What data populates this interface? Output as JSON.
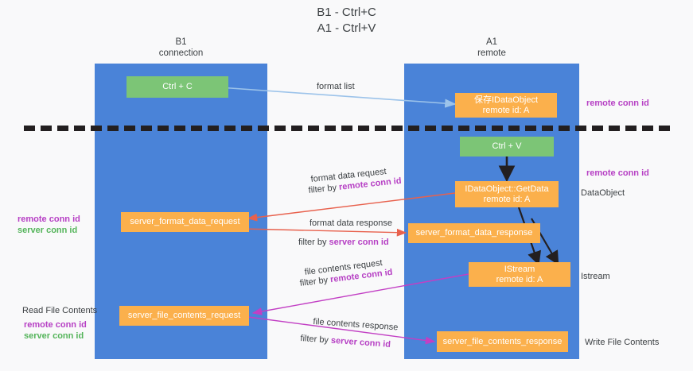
{
  "title": {
    "line1": "B1 - Ctrl+C",
    "line2": "A1 - Ctrl+V"
  },
  "columns": [
    {
      "name": "B1",
      "sub": "connection"
    },
    {
      "name": "A1",
      "sub": "remote"
    }
  ],
  "colors": {
    "lane": "#4a83d8",
    "green_box": "#7cc576",
    "orange_box": "#fbb04c",
    "purple_text": "#b63fc4",
    "green_text": "#54b45a",
    "arrow_blue": "#9cc3ea",
    "arrow_red": "#e8614d",
    "arrow_magenta": "#c23fc4",
    "arrow_black": "#231f20",
    "background": "#f9f9fa"
  },
  "boxes": {
    "ctrl_c": {
      "line1": "Ctrl + C",
      "line2": ""
    },
    "idataobject": {
      "line1": "保存IDataObject",
      "line2": "remote id: A"
    },
    "ctrl_v": {
      "line1": "Ctrl + V",
      "line2": ""
    },
    "getdata": {
      "line1": "IDataObject::GetData",
      "line2": "remote id: A"
    },
    "server_format_data_request": {
      "line1": "server_format_data_request",
      "line2": ""
    },
    "server_format_data_response": {
      "line1": "server_format_data_response",
      "line2": ""
    },
    "istream": {
      "line1": "IStream",
      "line2": "remote id: A"
    },
    "server_file_contents_request": {
      "line1": "server_file_contents_request",
      "line2": ""
    },
    "server_file_contents_response": {
      "line1": "server_file_contents_response",
      "line2": ""
    }
  },
  "edge_labels": {
    "format_list": "format list",
    "format_data_request": "format data request",
    "format_data_request_filter_prefix": "filter by ",
    "format_data_request_filter_key": "remote conn id",
    "format_data_response": "format data response",
    "format_data_response_filter_prefix": "filter by ",
    "format_data_response_filter_key": "server conn id",
    "file_contents_request": "file contents request",
    "file_contents_request_filter_prefix": "filter by ",
    "file_contents_request_filter_key": "remote conn id",
    "file_contents_response": "file contents response",
    "file_contents_response_filter_prefix": "filter by ",
    "file_contents_response_filter_key": "server conn id"
  },
  "right_notes": {
    "remote_conn_id_top": "remote conn id",
    "remote_conn_id_mid": "remote conn id",
    "dataobject": "DataObject",
    "istream": "Istream",
    "write_file_contents": "Write File Contents"
  },
  "left_notes": {
    "remote_conn_id_mid": "remote conn id",
    "server_conn_id_mid": "server conn id",
    "read_file_contents": "Read File Contents",
    "remote_conn_id_bottom": "remote conn id",
    "server_conn_id_bottom": "server conn id"
  }
}
